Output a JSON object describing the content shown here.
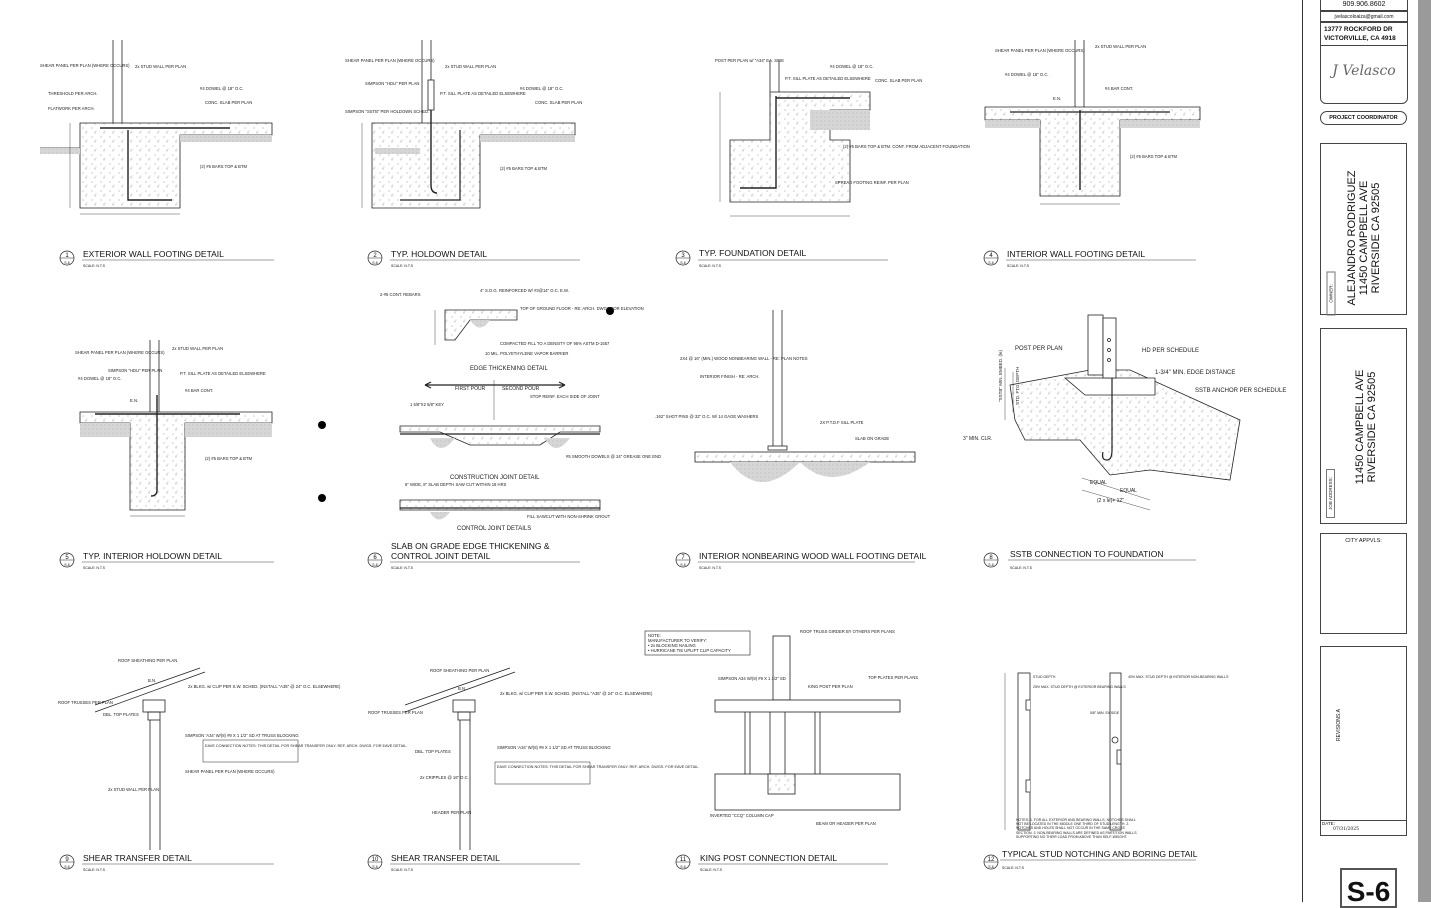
{
  "sheet": {
    "number": "S-6",
    "scale": "SCALE: N.T.S"
  },
  "title_block": {
    "phone": "909.906.8602",
    "email": "jvelascoloaiza@gmail.com",
    "address_line1": "13777 ROCKFORD DR",
    "address_line2": "VICTORVILLE, CA 4918",
    "signature": "J Velasco",
    "role": "PROJECT COORDINATOR",
    "owner_label": "OWNER:",
    "owner_name": "ALEJANDRO RODRIGUEZ",
    "owner_address1": "11450 CAMPBELL AVE",
    "owner_address2": "RIVERSIDE CA 92505",
    "job_label": "JOB ADDRESS:",
    "job_address1": "11450 CAMPBELL AVE",
    "job_address2": "RIVERSIDE CA 92505",
    "city_label": "CITY APPVLS:",
    "revisions_label": "REVISIONS:A",
    "date_label": "DATE:",
    "date_value": "07/31/2025"
  },
  "details": [
    {
      "num": "1",
      "title": "EXTERIOR WALL FOOTING DETAIL",
      "callouts": [
        "SHEAR PANEL PER PLAN (WHERE OCCURS)",
        "2x STUD WALL PER PLAN",
        "#4 DOWEL @ 18\" O.C.",
        "CONC. SLAB PER PLAN",
        "(2) #5 BARS TOP & BTM",
        "THRESHOLD PER ARCH.",
        "FLATWORK PER ARCH."
      ]
    },
    {
      "num": "2",
      "title": "TYP. HOLDOWN DETAIL",
      "callouts": [
        "SHEAR PANEL PER PLAN (WHERE OCCURS)",
        "2x STUD WALL PER PLAN",
        "SIMPSON \"HDU\" PER PLAN",
        "P.T. SILL PLATE AS DETAILED ELSEWHERE",
        "#4 DOWEL @ 18\" O.C.",
        "CONC. SLAB PER PLAN",
        "SIMPSON \"SSTB\" PER HOLDOWN SCHED.",
        "(2) #5 BARS TOP & BTM"
      ]
    },
    {
      "num": "3",
      "title": "TYP. FOUNDATION DETAIL",
      "callouts": [
        "POST PER PLAN w/ \"A34\" EA. SIDE",
        "P.T. SILL PLATE AS DETAILED ELSEWHERE",
        "#4 DOWEL @ 18\" O.C.",
        "CONC. SLAB PER PLAN",
        "(2) #5 BARS TOP & BTM. CONT. FROM ADJACENT FOUNDATION",
        "SPREAD FOOTING REINF. PER PLAN"
      ]
    },
    {
      "num": "4",
      "title": "INTERIOR WALL FOOTING DETAIL",
      "callouts": [
        "SHEAR PANEL PER PLAN (WHERE OCCURS)",
        "2x STUD WALL PER PLAN",
        "#4 DOWEL @ 18\" O.C.",
        "#4 BAR CONT.",
        "(2) #5 BARS TOP & BTM",
        "E.N."
      ]
    },
    {
      "num": "5",
      "title": "TYP. INTERIOR HOLDOWN DETAIL",
      "callouts": [
        "SHEAR PANEL PER PLAN (WHERE OCCURS)",
        "2x STUD WALL PER PLAN",
        "SIMPSON \"HDU\" PER PLAN",
        "P.T. SILL PLATE AS DETAILED ELSEWHERE",
        "#4 BAR CONT.",
        "#4 DOWEL @ 18\" O.C.",
        "E.N.",
        "(2) #5 BARS TOP & BTM"
      ]
    },
    {
      "num": "6",
      "title_line1": "SLAB ON GRADE EDGE THICKENING &",
      "title": "CONTROL JOINT DETAIL",
      "subtitles": [
        "EDGE THICKENING DETAIL",
        "CONSTRUCTION JOINT DETAIL",
        "CONTROL JOINT DETAILS"
      ],
      "pour_labels": [
        "FIRST POUR",
        "SECOND POUR"
      ],
      "callouts": [
        "2-#5 CONT. REBARS",
        "4\" S.O.G. REINFORCED W/ #3@14\" O.C. E.W.",
        "TOP OF GROUND FLOOR - RE: ARCH. DWGS FOR ELEVATION",
        "COMPACTED FILL TO A DENSITY OF 95% ASTM D-1557",
        "10 MIL. POLYETHYLENE VAPOR BARRIER",
        "1 5/8\"X2 5/8\" KEY",
        "STOP REINF. EACH SIDE OF JOINT",
        "#5 SMOOTH DOWELS @ 24\" GREASE ONE END",
        "8\" WIDE, 8\" SLAB DEPTH SAW CUT WITHIN 18 HRS",
        "FILL SAWCUT WITH NON-SHRINK GROUT"
      ]
    },
    {
      "num": "7",
      "title": "INTERIOR NONBEARING WOOD WALL FOOTING DETAIL",
      "callouts": [
        "2X4 @ 16\" (MIN.) WOOD NONBEARING WALL - RE: PLAN NOTES",
        "INTERIOR FINISH - RE: ARCH.",
        "2X P.T.D.F SILL PLATE",
        "SLAB ON GRADE",
        ".162\" SHOT PINS @ 32\" O.C. W/ 14 GAGE WASHERS"
      ]
    },
    {
      "num": "8",
      "title": "SSTB CONNECTION TO FOUNDATION",
      "callouts": [
        "POST PER PLAN",
        "HD PER SCHEDULE",
        "1-3/4\" MIN. EDGE DISTANCE",
        "SSTB ANCHOR PER SCHEDULE",
        "\"SSTB\" MIN. EMBED. (le)",
        "STD. FTG. DEPTH",
        "3\" MIN. CLR.",
        "EQUAL",
        "EQUAL",
        "(2 x le)+ 12\""
      ]
    },
    {
      "num": "9",
      "title": "SHEAR TRANSFER DETAIL",
      "callouts": [
        "ROOF SHEATHING PER PLAN",
        "B.N.",
        "2x BLKG. w/ CLIP PER S.W. SCHED. (INSTALL \"A35\" @ 24\" O.C. ELSEWHERE)",
        "ROOF TRUSSES PER PLAN",
        "DBL. TOP PLATES",
        "SIMPSON 'A34' W/(8) #9 X 1 1/2\" SD AT TRUSS BLOCKING",
        "EAVE CONNECTION NOTES: THIS DETAIL FOR SHEAR TRANSFER ONLY. REF. ARCH. DWGS. FOR EAVE DETAIL.",
        "SHEAR PANEL PER PLAN (WHERE OCCURS)",
        "2x STUD WALL PER PLAN"
      ]
    },
    {
      "num": "10",
      "title": "SHEAR TRANSFER DETAIL",
      "callouts": [
        "ROOF SHEATHING PER PLAN",
        "B.N.",
        "2x BLKG. w/ CLIP PER S.W. SCHED. (INSTALL \"A35\" @ 24\" O.C. ELSEWHERE)",
        "ROOF TRUSSES PER PLAN",
        "DBL. TOP PLATES",
        "SIMPSON 'A34' W/(8) #9 X 1 1/2\" SD AT TRUSS BLOCKING",
        "EAVE CONNECTION NOTES: THIS DETAIL FOR SHEAR TRANSFER ONLY. REF. ARCH. DWGS. FOR EAVE DETAIL.",
        "2x CRIPPLES @ 16\" O.C.",
        "HEADER PER PLAN"
      ]
    },
    {
      "num": "11",
      "title": "KING POST CONNECTION DETAIL",
      "note": [
        "NOTE:",
        "MANUFACTURER TO VERIFY:",
        "• 2x BLOCKING NAILING",
        "• HURRICANE TIE UPLIFT CLIP CAPACITY"
      ],
      "callouts": [
        "ROOF TRUSS GIRDER BY OTHERS PER PLANS",
        "SIMPSON A34 W/(8) #9 X 1 1/2\" SD",
        "KING POST PER PLAN",
        "TOP PLATES PER PLANS",
        "INVERTED \"CCQ\" COLUMN CAP",
        "BEAM OR HEADER PER PLAN"
      ]
    },
    {
      "num": "12",
      "title": "TYPICAL STUD NOTCHING AND BORING DETAIL",
      "callouts": [
        "STUD DEPTH",
        "25% MAX. STUD DEPTH @ EXTERIOR BEARING WALLS",
        "40% MAX. STUD DEPTH @ INTERIOR NON-BEARING WALLS",
        "5/8\" MIN. EA SIDE",
        "NOTES: 1. FOR ALL EXTERIOR AND BEARING WALLS, NOTCHES SHALL NOT BE LOCATED IN THE MIDDLE ONE THIRD OF STUD LENGTH. 2. NOTCHES AND HOLES SHALL NOT OCCUR IN THE SAME CROSS SECTION. 3. NON-BEARING WALLS ARE DEFINED AS PARTITION WALLS SUPPORTING NO THEIR LOAD FROM ABOVE THAN SELF-WEIGHT."
      ]
    }
  ]
}
